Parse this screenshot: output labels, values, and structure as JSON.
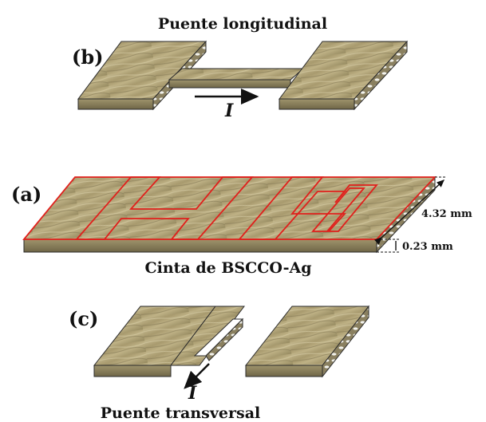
{
  "figure": {
    "title_b": "Puente longitudinal",
    "title_c": "Puente transversal",
    "caption_a": "Cinta de BSCCO-Ag",
    "panel_a": "(a)",
    "panel_b": "(b)",
    "panel_c": "(c)",
    "current_label_b": "I",
    "current_label_c": "I",
    "width_label": "4.32 mm",
    "thickness_label": "0.23 mm"
  },
  "colors": {
    "tape_top": "#b3a67c",
    "tape_side": "#8f8460",
    "outline_red": "#e0201c",
    "edge_dark": "#2a2a2a",
    "filament_spot": "#f2f2ec"
  }
}
